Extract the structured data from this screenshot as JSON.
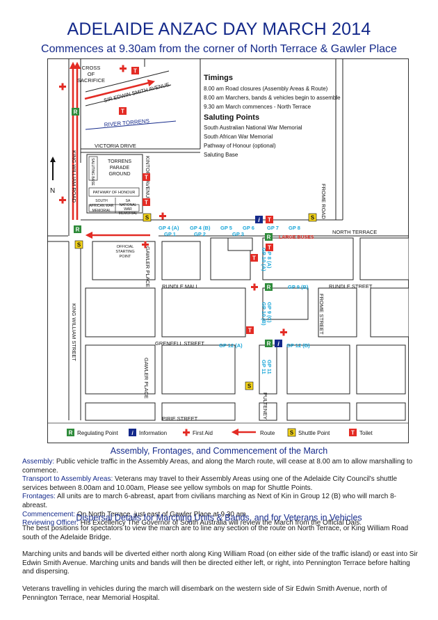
{
  "header": {
    "title": "ADELAIDE ANZAC DAY MARCH 2014",
    "subtitle": "Commences at 9.30am from the corner of North Terrace & Gawler Place"
  },
  "map": {
    "streets": {
      "cross_line1": "CROSS",
      "cross_line2": "OF",
      "cross_line3": "SACRIFICE",
      "edwin": "SIR EDWIN SMITH AVENUE",
      "river": "RIVER TORRENS",
      "victoria": "VICTORIA DRIVE",
      "kwr": "KING WILLIAM ROAD",
      "kws": "KING WILLIAM STREET",
      "kintore": "KINTORE AVENUE",
      "frome_road": "FROME ROAD",
      "frome_street": "FROME STREET",
      "north_terrace": "NORTH TERRACE",
      "rundle_mall": "RUNDLE MALL",
      "rundle_street": "RUNDLE STREET",
      "grenfell": "GRENFELL STREET",
      "pirie": "PIRIE STREET",
      "gawler1": "GAWLER PLACE",
      "gawler2": "GAWLER PLACE",
      "pulteney": "PULTENEY"
    },
    "places": {
      "saluting_base": "SALUTING BASE",
      "parade1": "TORRENS",
      "parade2": "PARADE",
      "parade3": "GROUND",
      "pathway": "PATHWAY OF HONOUR",
      "sawar1": "SOUTH",
      "sawar2": "AFRICAN WAR",
      "sawar3": "MEMORIAL",
      "natwar1": "SA",
      "natwar2": "NATIONAL",
      "natwar3": "WAR",
      "natwar4": "MEMORIAL",
      "official1": "OFFICIAL",
      "official2": "STARTING",
      "official3": "POINT",
      "large_buses": "LARGE BUSES",
      "north": "N"
    },
    "gp": {
      "gp4a": "GP 4 (A)",
      "gp1": "GP 1",
      "gp4b": "GP 4 (B)",
      "gp2": "GP 2",
      "gp5": "GP 5",
      "gp6": "GP 6",
      "gp3": "GP 3",
      "gp7": "GP 7",
      "gp8": "GP 8",
      "gp8a": "GP 8 (A)",
      "gp10a": "GP 10 (A)",
      "gp9b": "GP 9 (B)",
      "gp9c": "GP 9 (C)",
      "gp10b": "GP 10 (B)",
      "gp12a": "GP 12 (A)",
      "gp12b": "GP 12 (B)",
      "gp11a": "GP 11",
      "gp11b": "GP 11"
    },
    "symbols": {
      "regulating": "R",
      "info": "i",
      "shuttle": "S",
      "toilet": "T"
    },
    "timings": {
      "heading": "Timings",
      "items": [
        "8.00 am  Road closures (Assembly Areas & Route)",
        "8.00 am  Marchers, bands & vehicles begin to assemble",
        "9.30 am  March commences - North Terrace"
      ]
    },
    "saluting": {
      "heading": "Saluting Points",
      "items": [
        "South Australian National War Memorial",
        "South African War Memorial",
        "Pathway of Honour (optional)",
        "Saluting Base"
      ]
    },
    "legend": {
      "regulating": "Regulating Point",
      "info": "Information",
      "first_aid": "First Aid",
      "route": "Route",
      "shuttle": "Shuttle Point",
      "toilet": "Toilet"
    },
    "colors": {
      "route": "#e32b24",
      "regulating": "#2e8b3a",
      "info": "#14298a",
      "shuttle": "#f2d21b",
      "toilet": "#e32b24",
      "gp": "#1aa6d8",
      "river": "#14298a"
    }
  },
  "assembly": {
    "heading": "Assembly, Frontages, and Commencement of the March",
    "assembly_label": "Assembly:",
    "assembly_text": " Public vehicle traffic in the Assembly Areas, and along the March route, will cease at 8.00 am to allow marshalling to commence.",
    "transport_label": "Transport to Assembly Areas:",
    "transport_text": " Veterans may travel to their Assembly Areas using one of the Adelaide City Council's shuttle services between 8.00am and 10.00am, Please see yellow symbols on map for Shuttle Points.",
    "frontages_label": "Frontages:",
    "frontages_text": " All units are to march 6-abreast, apart from civilians marching as Next of Kin in Group 12 (B) who will march 8-abreast.",
    "commencement_label": "Commencement:",
    "commencement_text": " On North Terrace, just east of Gawler Place at 9.30 am.",
    "reviewing_label": "Reviewing Officer:",
    "reviewing_text": " His Excellency The Governor of South Australia will review the March from the Official Dais."
  },
  "dispersal": {
    "heading": "Dispersal Details for Marching Units & Bands, and for Veterans in Vehicles",
    "p1": "The best positions for spectators to view the march are to line any section of the route on North Terrace, or King William Road south of the Adelaide Bridge.",
    "p2": "Marching units and bands will be diverted either north along King William Road (on either side of the traffic island) or east into Sir Edwin Smith Avenue. Marching units and bands will then be directed either left, or right, into Pennington Terrace before halting and dispersing.",
    "p3": "Veterans travelling in vehicles during the march will disembark on the western side of Sir Edwin Smith Avenue, north of Pennington Terrace, near Memorial Hospital."
  }
}
